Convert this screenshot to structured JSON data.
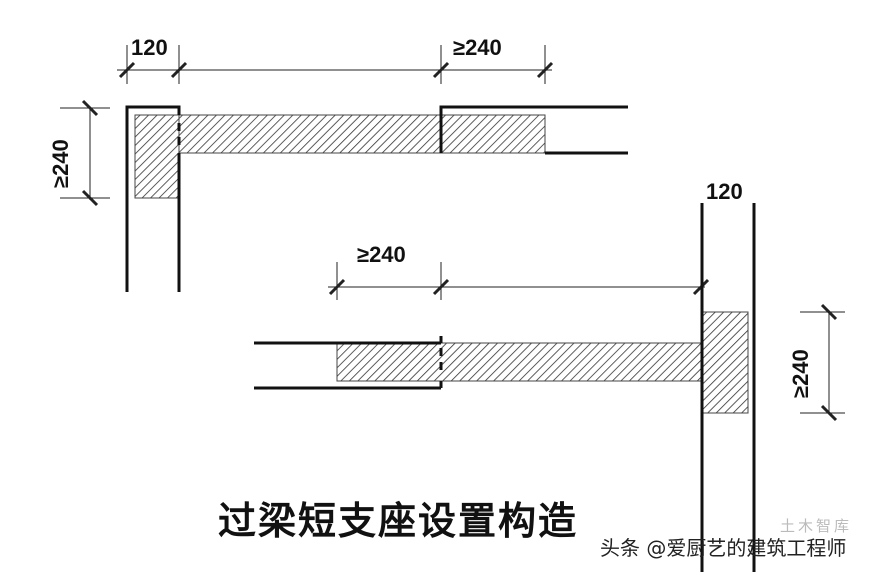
{
  "diagram": {
    "title": "过梁短支座设置构造",
    "dimensions": {
      "top_wall_thickness": "120",
      "top_lintel_bearing": "≥240",
      "top_left_vertical": "≥240",
      "bottom_lintel_bearing": "≥240",
      "bottom_wall_thickness": "120",
      "bottom_right_vertical": "≥240"
    },
    "colors": {
      "line": "#111111",
      "hatch": "#333333",
      "background": "#ffffff"
    }
  },
  "watermarks": {
    "primary": "头条 @爱厨艺的建筑工程师",
    "secondary": "土木智库"
  }
}
